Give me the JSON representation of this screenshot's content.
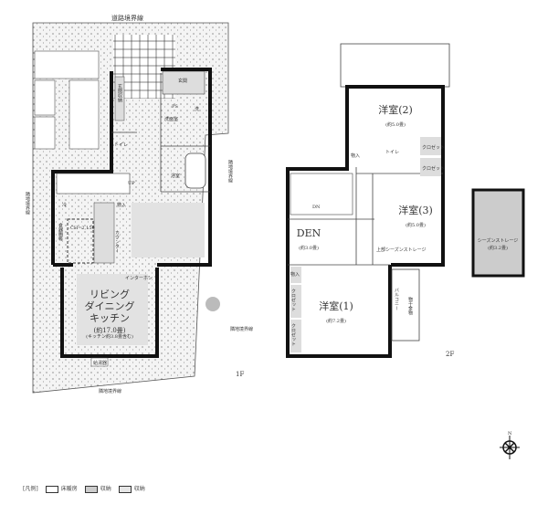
{
  "floor1": {
    "floor_label": "1F",
    "boundaries": {
      "road": "道路境界線",
      "neighbor_left": "隣地境界線",
      "neighbor_right": "隣地境界線",
      "neighbor_bottom": "隣地境界線",
      "neighbor_bottom_right": "隣地境界線"
    },
    "rooms": {
      "entrance_storage": "玄関収納",
      "entrance_hall": "玄関",
      "toilet": "トイレ",
      "ps": "PS",
      "laundry_mark": "洗",
      "washroom": "洗面室",
      "bathroom": "浴室",
      "storage": "物入",
      "fridge": "冷",
      "cupboard": "食器棚等",
      "ceiling_height": "CH=2,150",
      "counter": "カウンター",
      "intercom": "インターホン",
      "up": "UP",
      "ldk_line1": "リビング",
      "ldk_line2": "ダイニング",
      "ldk_line3": "キッチン",
      "ldk_area": "(約17.0畳)",
      "ldk_note": "(キッチン約3.8畳含む)",
      "water_heater": "給湯器"
    }
  },
  "floor2": {
    "floor_label": "2F",
    "rooms": {
      "room2": "洋室(2)",
      "room2_area": "(約5.0畳)",
      "storage_top": "物入",
      "toilet": "トイレ",
      "closet_a": "クロゼット",
      "closet_b": "クロゼット",
      "room3": "洋室(3)",
      "room3_area": "(約5.0畳)",
      "den": "DEN",
      "den_area": "(約3.0畳)",
      "dn": "DN",
      "upper_storage": "上部シーズンストレージ",
      "storage_left": "物入",
      "room1": "洋室(1)",
      "room1_area": "(約7.2畳)",
      "closet_c": "クロゼット",
      "closet_d": "クロゼット",
      "balcony": "バルコニー",
      "drying_hardware": "物干金物",
      "season_storage": "シーズンストレージ",
      "season_storage_area": "(約3.2畳)"
    }
  },
  "compass": {
    "north": "N"
  },
  "legend": {
    "title": "[凡例]",
    "items": [
      "床暖房",
      "収納",
      "収納"
    ]
  }
}
